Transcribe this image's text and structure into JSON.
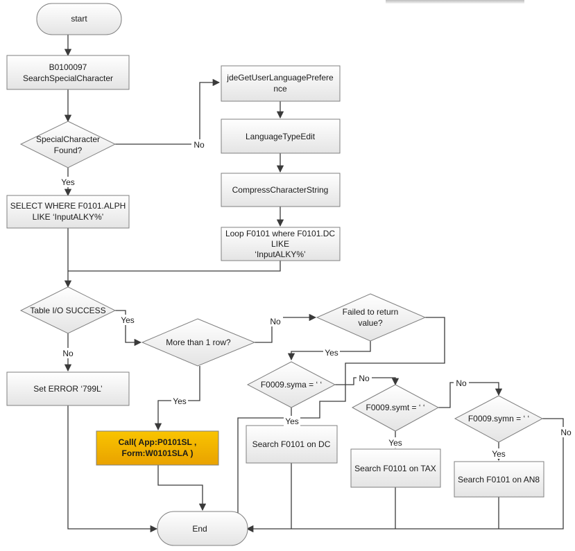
{
  "nodes": {
    "start": "start",
    "b0100097_l1": "B0100097",
    "b0100097_l2": "SearchSpecialCharacter",
    "special_l1": "SpecialCharacter",
    "special_l2": "Found?",
    "select_l1": "SELECT WHERE F0101.ALPH",
    "select_l2": "LIKE ‘InputALKY%’",
    "jde_l1": "jdeGetUserLanguagePrefere",
    "jde_l2": "nce",
    "langedit": "LanguageTypeEdit",
    "compress": "CompressCharacterString",
    "loop_l1": "Loop F0101 where F0101.DC",
    "loop_l2": "LIKE",
    "loop_l3": "‘InputALKY%’",
    "tableio": "Table I/O SUCCESS",
    "seterror": "Set ERROR ‘799L’",
    "morerow": "More than 1 row?",
    "failed_l1": "Failed to return",
    "failed_l2": "value?",
    "call_l1": "Call( App:P0101SL ,",
    "call_l2": "Form:W0101SLA )",
    "syma": "F0009.syma = ‘ ‘",
    "symt": "F0009.symt = ‘ ‘",
    "symn": "F0009.symn = ‘ ‘",
    "search_dc": "Search F0101 on DC",
    "search_tax": "Search F0101 on TAX",
    "search_an8": "Search F0101 on AN8",
    "end": "End"
  },
  "edge_labels": {
    "special_no": "No",
    "special_yes": "Yes",
    "tableio_yes": "Yes",
    "tableio_no": "No",
    "morerow_no": "No",
    "morerow_yes": "Yes",
    "failed_yes": "Yes",
    "syma_no": "No",
    "syma_yes": "Yes",
    "symt_no": "No",
    "symt_yes": "Yes",
    "symn_no": "No",
    "symn_yes": "Yes"
  },
  "colors": {
    "box_fill_top": "#ffffff",
    "box_fill_bottom": "#e6e6e6",
    "highlight_top": "#f8c000",
    "highlight_bottom": "#e8a000",
    "stroke": "#7f7f7f",
    "edge": "#3a3a3a"
  }
}
